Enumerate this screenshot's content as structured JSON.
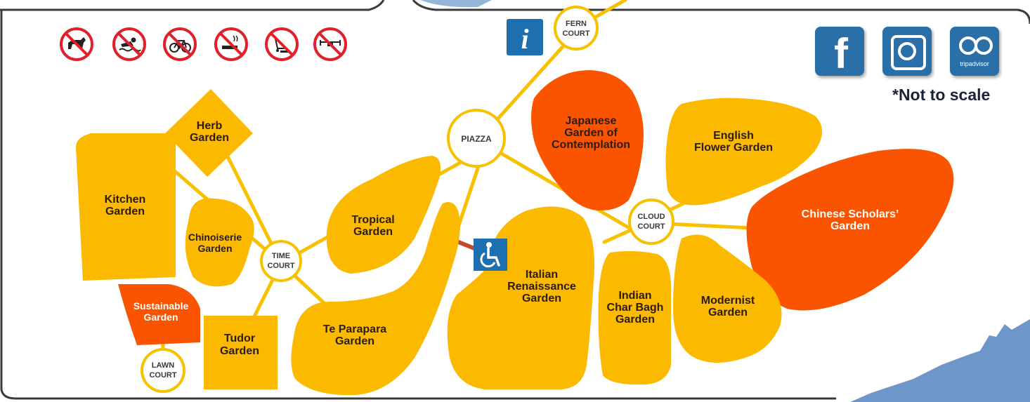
{
  "map": {
    "note": "*Not to scale",
    "courts": {
      "fern": [
        "FERN",
        "COURT"
      ],
      "piazza": [
        "PIAZZA"
      ],
      "time": [
        "TIME",
        "COURT"
      ],
      "cloud": [
        "CLOUD",
        "COURT"
      ],
      "lawn": [
        "LAWN",
        "COURT"
      ]
    },
    "gardens": {
      "herb": [
        "Herb",
        "Garden"
      ],
      "kitchen": [
        "Kitchen",
        "Garden"
      ],
      "chinoiserie": [
        "Chinoiserie",
        "Garden"
      ],
      "sustainable": [
        "Sustainable",
        "Garden"
      ],
      "tudor": [
        "Tudor",
        "Garden"
      ],
      "tropical": [
        "Tropical",
        "Garden"
      ],
      "te_parapara": [
        "Te Parapara",
        "Garden"
      ],
      "japanese": [
        "Japanese",
        "Garden of",
        "Contemplation"
      ],
      "english": [
        "English",
        "Flower Garden"
      ],
      "chinese": [
        "Chinese Scholars’",
        "Garden"
      ],
      "italian": [
        "Italian",
        "Renaissance",
        "Garden"
      ],
      "indian": [
        "Indian",
        "Char Bagh",
        "Garden"
      ],
      "modernist": [
        "Modernist",
        "Garden"
      ]
    },
    "prohibited_icons": [
      "no-dogs-icon",
      "no-swimming-icon",
      "no-bicycles-icon",
      "no-smoking-icon",
      "no-scooters-skateboards-icon",
      "no-drones-icon"
    ],
    "social_icons": [
      "facebook-icon",
      "instagram-icon",
      "tripadvisor-icon"
    ],
    "social_labels": {
      "facebook": "f",
      "tripadvisor": "tripadvisor"
    },
    "info_icon_label": "i",
    "colors": {
      "garden_yellow": "#fbb900",
      "garden_orange": "#fb5400",
      "path_yellow": "#f7c100",
      "prohibition_red": "#e2202a",
      "icon_blue": "#1d6fb0",
      "text_dark": "#2b1d14"
    }
  }
}
